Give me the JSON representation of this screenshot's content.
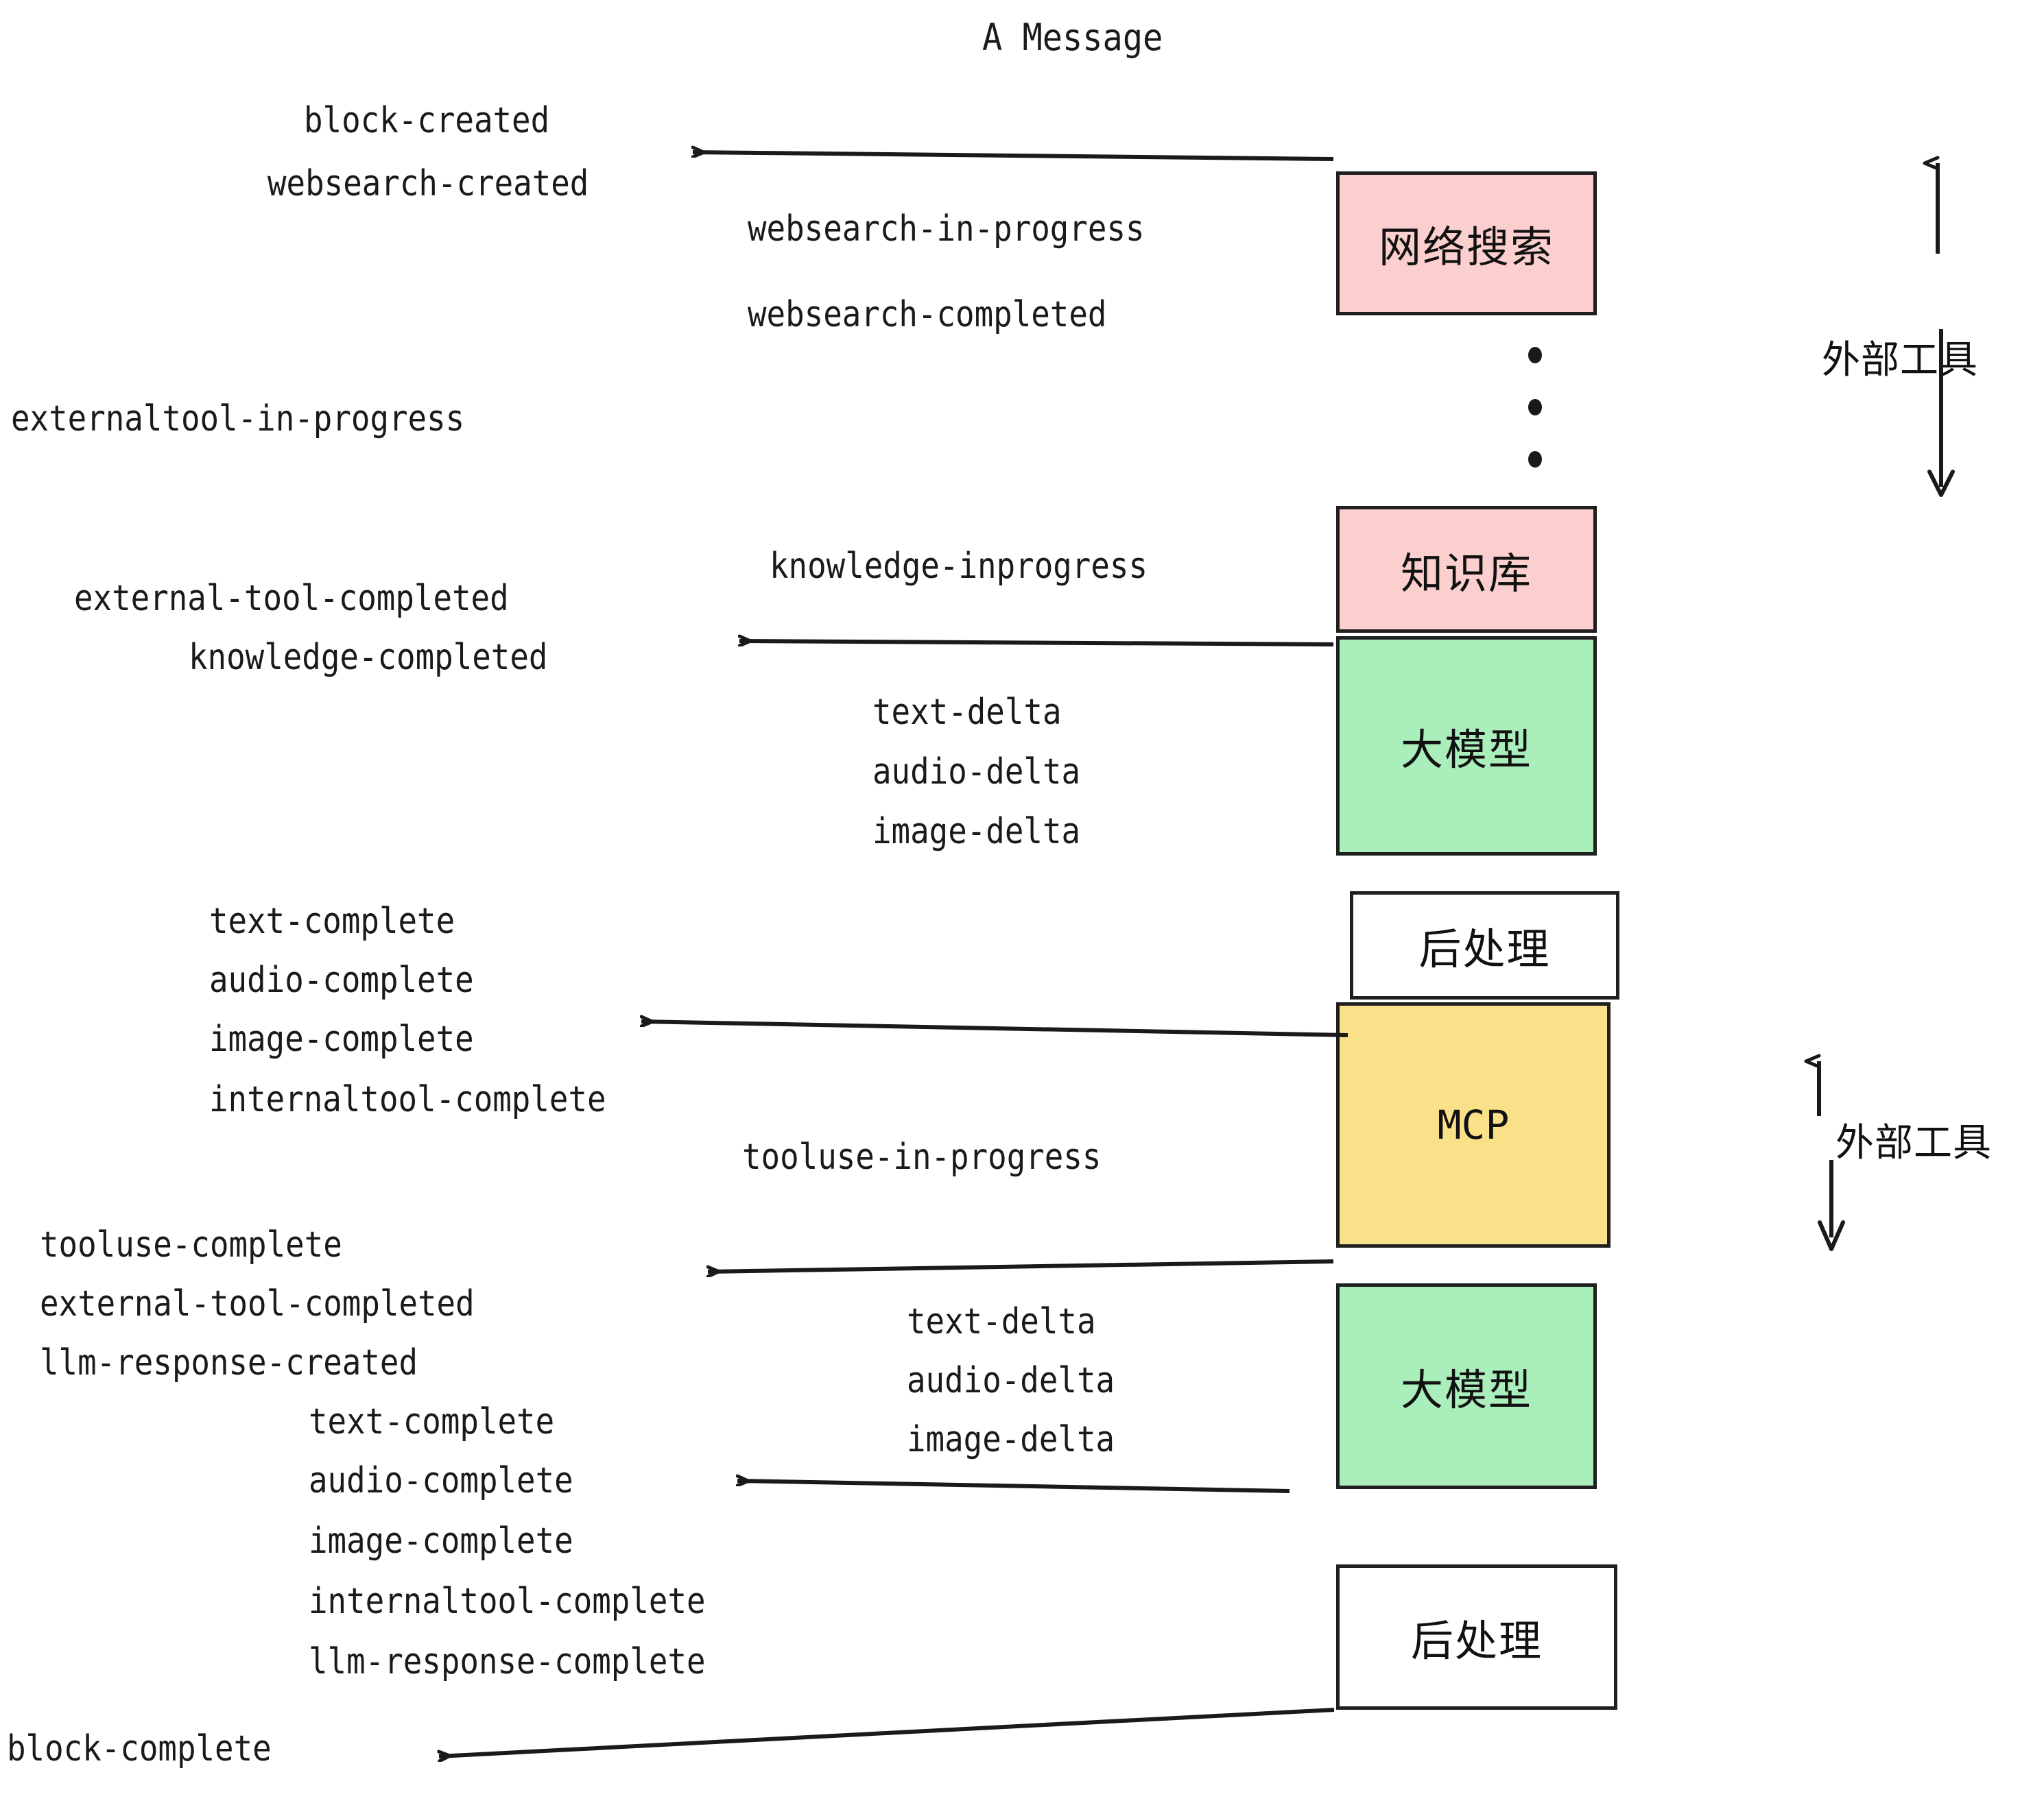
{
  "diagram": {
    "title": "A Message",
    "background": "#ffffff",
    "colors": {
      "pink": "#fccfcf",
      "green": "#aaeebb",
      "yellow": "#fbe08a",
      "white": "#ffffff",
      "stroke": "#1f1f1f",
      "text": "#1a1a1a"
    }
  },
  "nodes": [
    {
      "id": "websearch",
      "label": "网络搜索",
      "color": "pink"
    },
    {
      "id": "knowledge",
      "label": "知识库",
      "color": "pink"
    },
    {
      "id": "llm-1",
      "label": "大模型",
      "color": "green"
    },
    {
      "id": "postprocess-1",
      "label": "后处理",
      "color": "white"
    },
    {
      "id": "mcp",
      "label": "MCP",
      "color": "yellow"
    },
    {
      "id": "llm-2",
      "label": "大模型",
      "color": "green"
    },
    {
      "id": "postprocess-2",
      "label": "后处理",
      "color": "white"
    }
  ],
  "side_labels": [
    {
      "id": "external-tools-top",
      "label": "外部工具"
    },
    {
      "id": "external-tools-bottom",
      "label": "外部工具"
    }
  ],
  "events": [
    {
      "id": "block-created",
      "text": "block-created"
    },
    {
      "id": "websearch-created",
      "text": "websearch-created"
    },
    {
      "id": "websearch-in-progress",
      "text": "websearch-in-progress"
    },
    {
      "id": "websearch-completed",
      "text": "websearch-completed"
    },
    {
      "id": "externaltool-in-progress",
      "text": "externaltool-in-progress"
    },
    {
      "id": "knowledge-inprogress",
      "text": "knowledge-inprogress"
    },
    {
      "id": "external-tool-completed-1",
      "text": "external-tool-completed"
    },
    {
      "id": "knowledge-completed",
      "text": "knowledge-completed"
    },
    {
      "id": "text-delta-1",
      "text": "text-delta"
    },
    {
      "id": "audio-delta-1",
      "text": "audio-delta"
    },
    {
      "id": "image-delta-1",
      "text": "image-delta"
    },
    {
      "id": "text-complete-1",
      "text": "text-complete"
    },
    {
      "id": "audio-complete-1",
      "text": "audio-complete"
    },
    {
      "id": "image-complete-1",
      "text": "image-complete"
    },
    {
      "id": "internaltool-complete-1",
      "text": "internaltool-complete"
    },
    {
      "id": "tooluse-in-progress",
      "text": "tooluse-in-progress"
    },
    {
      "id": "tooluse-complete",
      "text": "tooluse-complete"
    },
    {
      "id": "external-tool-completed-2",
      "text": "external-tool-completed"
    },
    {
      "id": "llm-response-created",
      "text": "llm-response-created"
    },
    {
      "id": "text-delta-2",
      "text": "text-delta"
    },
    {
      "id": "audio-delta-2",
      "text": "audio-delta"
    },
    {
      "id": "image-delta-2",
      "text": "image-delta"
    },
    {
      "id": "text-complete-2",
      "text": "text-complete"
    },
    {
      "id": "audio-complete-2",
      "text": "audio-complete"
    },
    {
      "id": "image-complete-2",
      "text": "image-complete"
    },
    {
      "id": "internaltool-complete-2",
      "text": "internaltool-complete"
    },
    {
      "id": "llm-response-complete",
      "text": "llm-response-complete"
    },
    {
      "id": "block-complete",
      "text": "block-complete"
    }
  ]
}
